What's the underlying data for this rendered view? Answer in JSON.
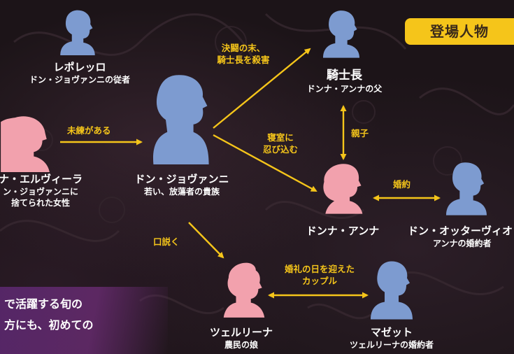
{
  "header": {
    "badge": "登場人物"
  },
  "characters": {
    "leporello": {
      "name": "レポレッロ",
      "desc": "ドン・ジョヴァンニの従者"
    },
    "elvira": {
      "name": "ナ・エルヴィーラ",
      "desc_line1": "ン・ジョヴァンニに",
      "desc_line2": "捨てられた女性"
    },
    "giovanni": {
      "name": "ドン・ジョヴァンニ",
      "desc": "若い、放蕩者の貴族"
    },
    "commendatore": {
      "name": "騎士長",
      "desc": "ドンナ・アンナの父"
    },
    "anna": {
      "name": "ドンナ・アンナ"
    },
    "ottavio": {
      "name": "ドン・オッターヴィオ",
      "desc": "アンナの婚約者"
    },
    "zerlina": {
      "name": "ツェルリーナ",
      "desc": "農民の娘"
    },
    "masetto": {
      "name": "マゼット",
      "desc": "ツェルリーナの婚約者"
    }
  },
  "relations": {
    "lingering": "未練がある",
    "duel_line1": "決闘の末、",
    "duel_line2": "騎士長を殺害",
    "parent": "親子",
    "bedroom_line1": "寝室に",
    "bedroom_line2": "忍び込む",
    "engaged": "婚約",
    "seduce": "口説く",
    "wedding_line1": "婚礼の日を迎えた",
    "wedding_line2": "カップル"
  },
  "promo": {
    "line1": "で活躍する旬の",
    "line2": "方にも、初めての"
  },
  "colors": {
    "male": "#7d9bd0",
    "female": "#f2a1ad",
    "accent": "#f5c51a",
    "background": "#1c1418"
  },
  "icons": {
    "male": "male-silhouette-icon",
    "female": "female-silhouette-icon"
  }
}
